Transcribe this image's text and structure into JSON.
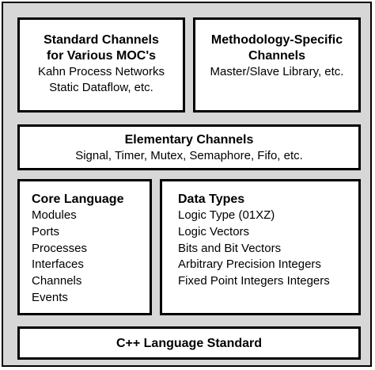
{
  "standard_channels": {
    "title_lines": [
      "Standard Channels",
      "for Various MOC's"
    ],
    "lines": [
      "Kahn Process Networks",
      "Static Dataflow, etc."
    ]
  },
  "methodology_channels": {
    "title_lines": [
      "Methodology-Specific",
      "Channels"
    ],
    "lines": [
      "Master/Slave Library, etc."
    ]
  },
  "elementary_channels": {
    "title": "Elementary Channels",
    "line": "Signal, Timer, Mutex, Semaphore, Fifo, etc."
  },
  "core_language": {
    "title": "Core Language",
    "items": [
      "Modules",
      "Ports",
      "Processes",
      "Interfaces",
      "Channels",
      "Events"
    ]
  },
  "data_types": {
    "title": "Data Types",
    "items": [
      "Logic Type (01XZ)",
      "Logic Vectors",
      "Bits and Bit Vectors",
      "Arbitrary Precision Integers",
      "Fixed Point Integers Integers"
    ]
  },
  "cpp_standard": {
    "title": "C++ Language Standard"
  },
  "colors": {
    "background": "#d7d7d7",
    "box_fill": "#ffffff",
    "border": "#000000"
  }
}
